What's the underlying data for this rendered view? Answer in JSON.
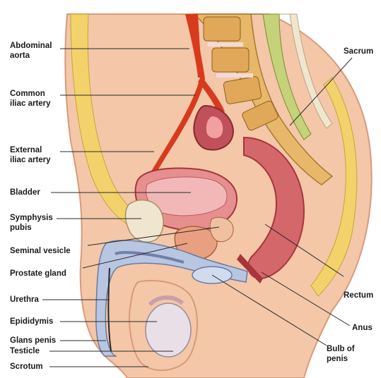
{
  "labels": {
    "abdominal_aorta": "Abdominal\naorta",
    "common_iliac_artery": "Common\niliac artery",
    "external_iliac_artery": "External\niliac artery",
    "bladder": "Bladder",
    "symphysis_pubis": "Symphysis\npubis",
    "seminal_vesicle": "Seminal vesicle",
    "prostate_gland": "Prostate gland",
    "urethra": "Urethra",
    "epididymis": "Epididymis",
    "glans_penis": "Glans penis",
    "testicle": "Testicle",
    "scrotum": "Scrotum",
    "sacrum": "Sacrum",
    "rectum": "Rectum",
    "anus": "Anus",
    "bulb_of_penis": "Bulb of\npenis"
  },
  "colors": {
    "skin": "#f3c7a8",
    "skin_edge": "#d99a7a",
    "fat": "#f2d36b",
    "artery": "#d83a1e",
    "muscle": "#d4676a",
    "muscle_dark": "#a8353c",
    "bone": "#e8b86a",
    "disc": "#f5d9d9",
    "bladder_fill": "#e68f8f",
    "erectile": "#b9c6e2",
    "testis": "#e9dfe6",
    "line": "#2a2a2a"
  }
}
